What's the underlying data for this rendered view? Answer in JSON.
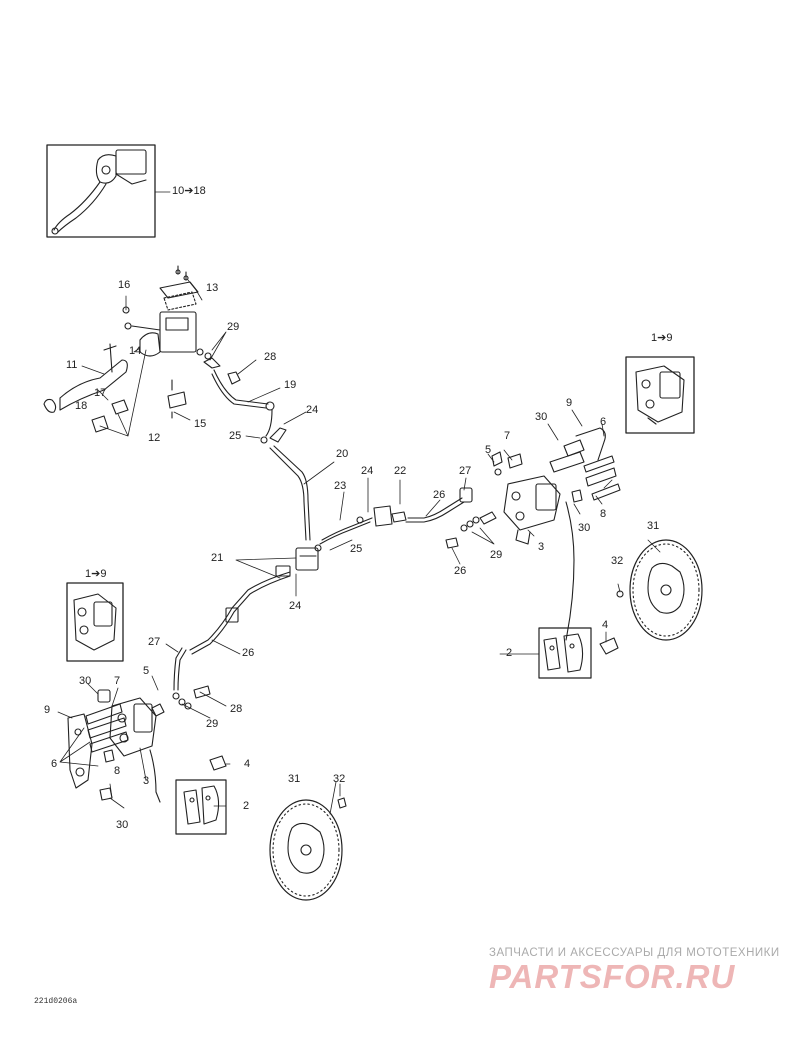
{
  "diagram": {
    "doc_id": "221d0206a",
    "callouts": {
      "inset_top": "10➔18",
      "inset_right": "1➔9",
      "inset_left": "1➔9",
      "n2a": "2",
      "n2b": "2",
      "n3a": "3",
      "n3b": "3",
      "n4a": "4",
      "n4b": "4",
      "n5a": "5",
      "n5b": "5",
      "n6a": "6",
      "n6b": "6",
      "n7a": "7",
      "n7b": "7",
      "n8a": "8",
      "n8b": "8",
      "n9a": "9",
      "n9b": "9",
      "n11": "11",
      "n12": "12",
      "n13": "13",
      "n14": "14",
      "n15": "15",
      "n16": "16",
      "n17": "17",
      "n18": "18",
      "n19": "19",
      "n20": "20",
      "n21": "21",
      "n22": "22",
      "n23": "23",
      "n24a": "24",
      "n24b": "24",
      "n24c": "24",
      "n25a": "25",
      "n25b": "25",
      "n26a": "26",
      "n26b": "26",
      "n26c": "26",
      "n27a": "27",
      "n27b": "27",
      "n28a": "28",
      "n28b": "28",
      "n29a": "29",
      "n29b": "29",
      "n29c": "29",
      "n30a": "30",
      "n30b": "30",
      "n30c": "30",
      "n30d": "30",
      "n31a": "31",
      "n31b": "31",
      "n32a": "32",
      "n32b": "32"
    }
  },
  "watermark": {
    "tagline": "ЗАПЧАСТИ И АКСЕССУАРЫ ДЛЯ МОТОТЕХНИКИ",
    "logo": "PARTSFOR.RU",
    "colors": {
      "tagline": "#aaaaaa",
      "logo": "#eeb6b6"
    }
  }
}
